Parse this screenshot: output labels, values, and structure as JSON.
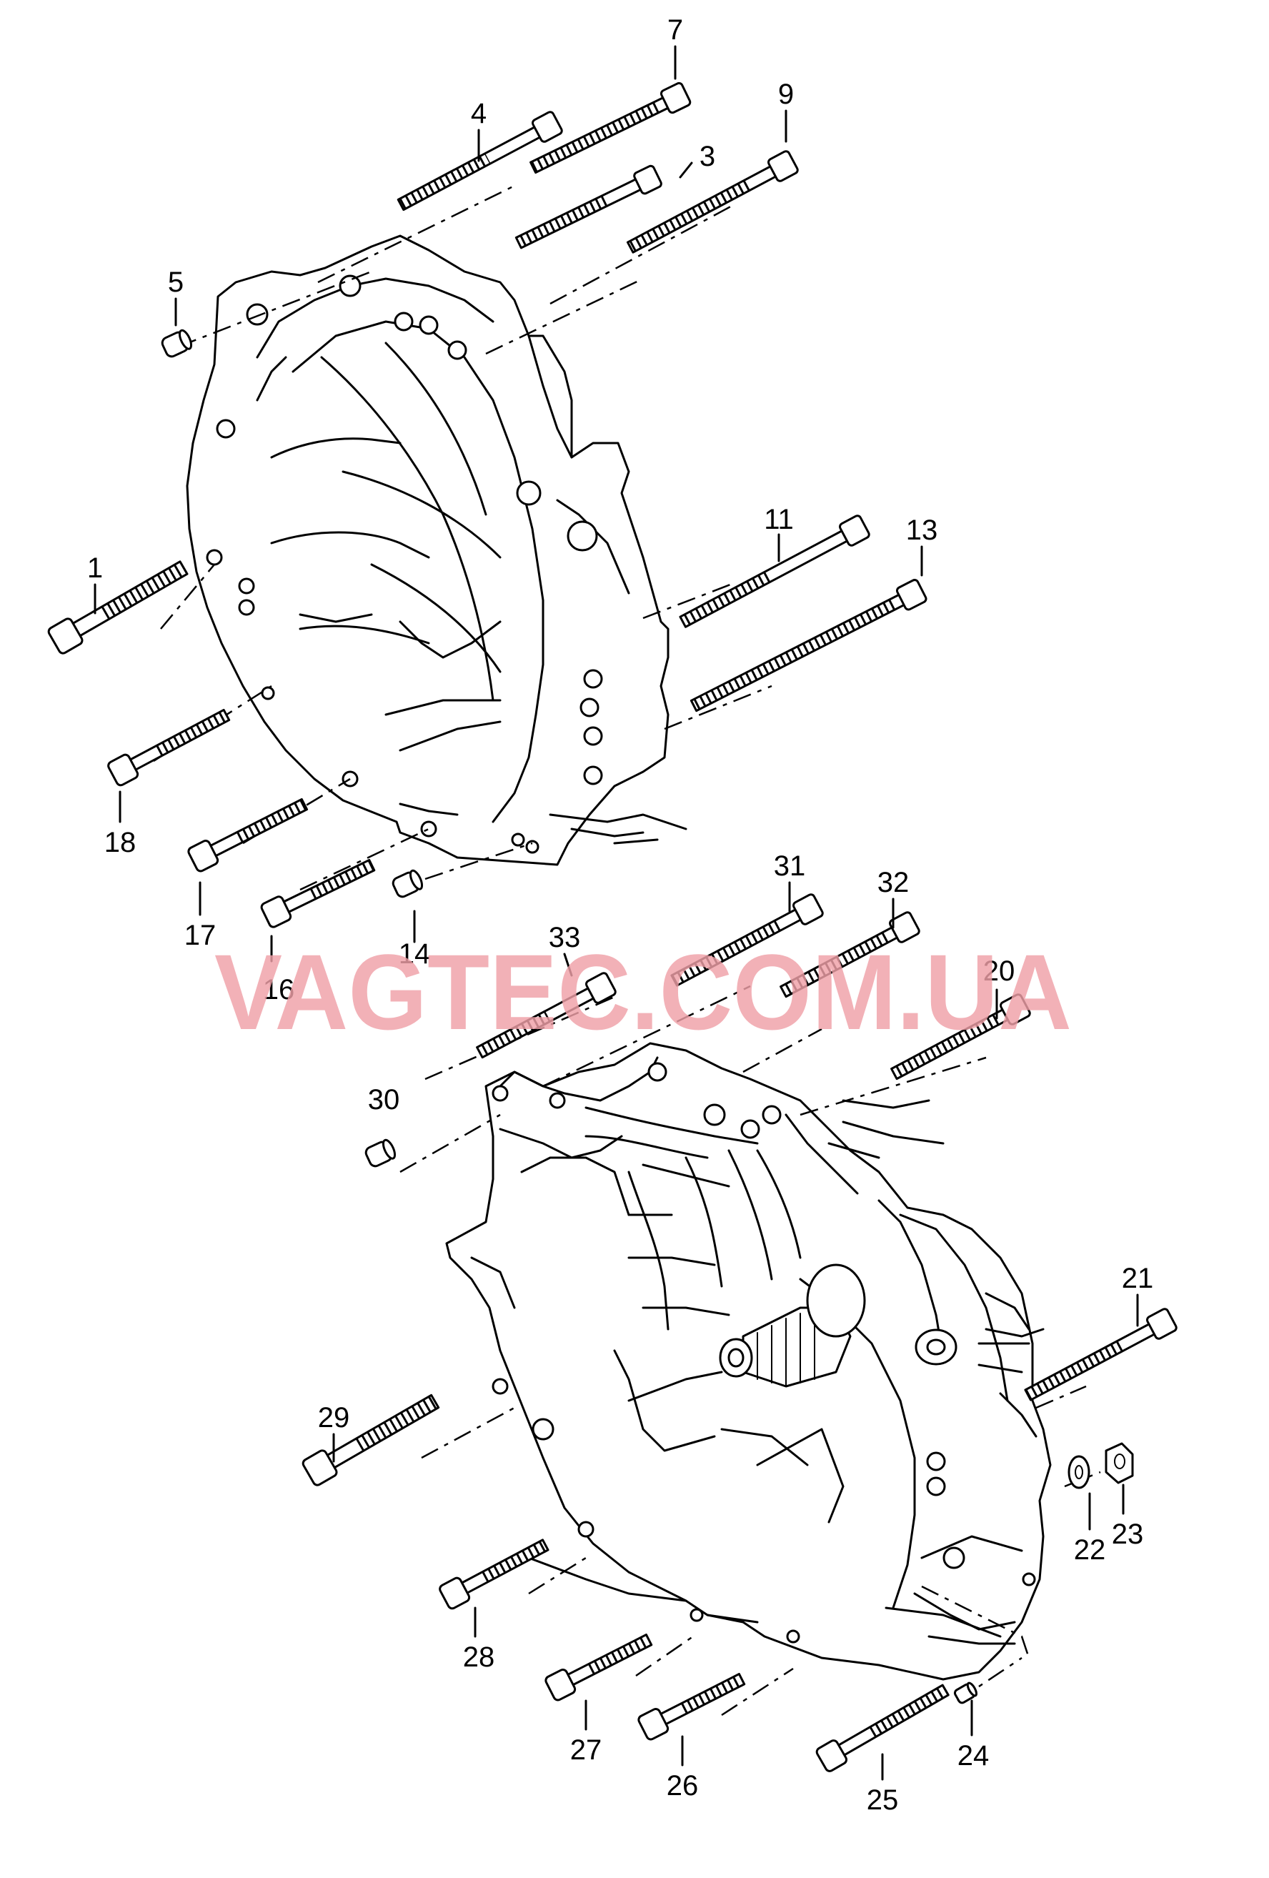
{
  "diagram": {
    "watermark": "VAGTEC.COM.UA",
    "callouts": [
      {
        "id": "c1",
        "text": "1"
      },
      {
        "id": "c3",
        "text": "3"
      },
      {
        "id": "c4",
        "text": "4"
      },
      {
        "id": "c5",
        "text": "5"
      },
      {
        "id": "c7",
        "text": "7"
      },
      {
        "id": "c9",
        "text": "9"
      },
      {
        "id": "c11",
        "text": "11"
      },
      {
        "id": "c13",
        "text": "13"
      },
      {
        "id": "c14",
        "text": "14"
      },
      {
        "id": "c16",
        "text": "16"
      },
      {
        "id": "c17",
        "text": "17"
      },
      {
        "id": "c18",
        "text": "18"
      },
      {
        "id": "c20",
        "text": "20"
      },
      {
        "id": "c21",
        "text": "21"
      },
      {
        "id": "c22",
        "text": "22"
      },
      {
        "id": "c23",
        "text": "23"
      },
      {
        "id": "c24",
        "text": "24"
      },
      {
        "id": "c25",
        "text": "25"
      },
      {
        "id": "c26",
        "text": "26"
      },
      {
        "id": "c27",
        "text": "27"
      },
      {
        "id": "c28",
        "text": "28"
      },
      {
        "id": "c29",
        "text": "29"
      },
      {
        "id": "c30",
        "text": "30"
      },
      {
        "id": "c31",
        "text": "31"
      },
      {
        "id": "c32",
        "text": "32"
      },
      {
        "id": "c33",
        "text": "33"
      }
    ]
  }
}
